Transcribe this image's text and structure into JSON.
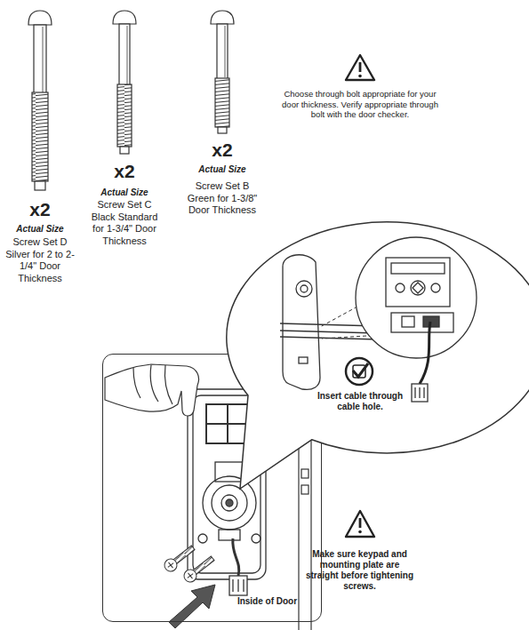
{
  "diagram": {
    "nodes": [
      {
        "text": [
          "Insert cable through cable hole."
        ]
      },
      {
        "text": [
          "Inside of Door"
        ]
      }
    ],
    "labels": [
      "x2",
      "Actual Size",
      "Screw Set D Silver for 2 to 2-1/4\" Door Thickness",
      "x2",
      "Actual Size",
      "Screw Set C Black Standard for 1-3/4\" Door Thickness",
      "x2",
      "Actual Size",
      "Screw Set B Green for 1-3/8\" Door Thickness",
      "Choose through bolt appropriate for your door thickness. Verify appropriate through bolt with the door checker.",
      "Make sure keypad and mounting plate are straight before tightening screws."
    ]
  }
}
